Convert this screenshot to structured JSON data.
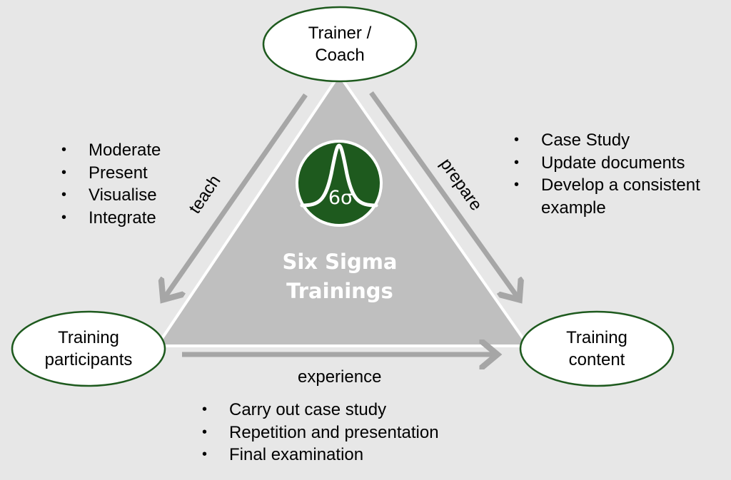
{
  "diagram": {
    "center": {
      "title": "Six Sigma\nTrainings",
      "logo_text": "6σ",
      "logo_icon": "bell-curve-icon"
    },
    "nodes": {
      "trainer": "Trainer /\nCoach",
      "participants": "Training\nparticipants",
      "content": "Training\ncontent"
    },
    "edges": {
      "teach": "teach",
      "prepare": "prepare",
      "experience": "experience"
    },
    "lists": {
      "teach": [
        "Moderate",
        "Present",
        "Visualise",
        "Integrate"
      ],
      "prepare": [
        "Case Study",
        "Update documents",
        "Develop a consistent\nexample"
      ],
      "experience": [
        "Carry out case study",
        "Repetition and presentation",
        "Final examination"
      ]
    },
    "colors": {
      "background": "#e7e7e7",
      "triangle": "#bfbfbf",
      "arrows": "#a6a6a6",
      "node_border": "#1e5a1e",
      "logo": "#1e5a1e"
    }
  }
}
